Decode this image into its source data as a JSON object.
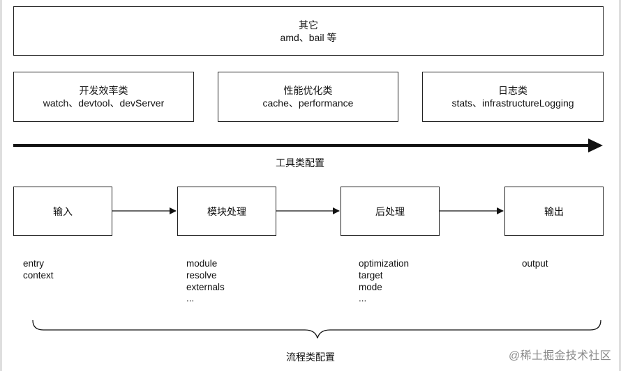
{
  "top_box": {
    "title": "其它",
    "subtitle": "amd、bail 等"
  },
  "category_boxes": [
    {
      "title": "开发效率类",
      "subtitle": "watch、devtool、devServer"
    },
    {
      "title": "性能优化类",
      "subtitle": "cache、performance"
    },
    {
      "title": "日志类",
      "subtitle": "stats、infrastructureLogging"
    }
  ],
  "tools_label": "工具类配置",
  "flow_boxes": [
    "输入",
    "模块处理",
    "后处理",
    "输出"
  ],
  "flow_lists": [
    [
      "entry",
      "context"
    ],
    [
      "module",
      "resolve",
      "externals",
      "..."
    ],
    [
      "optimization",
      "target",
      "mode",
      "..."
    ],
    [
      "output"
    ]
  ],
  "flow_label": "流程类配置",
  "watermark": "@稀土掘金技术社区"
}
